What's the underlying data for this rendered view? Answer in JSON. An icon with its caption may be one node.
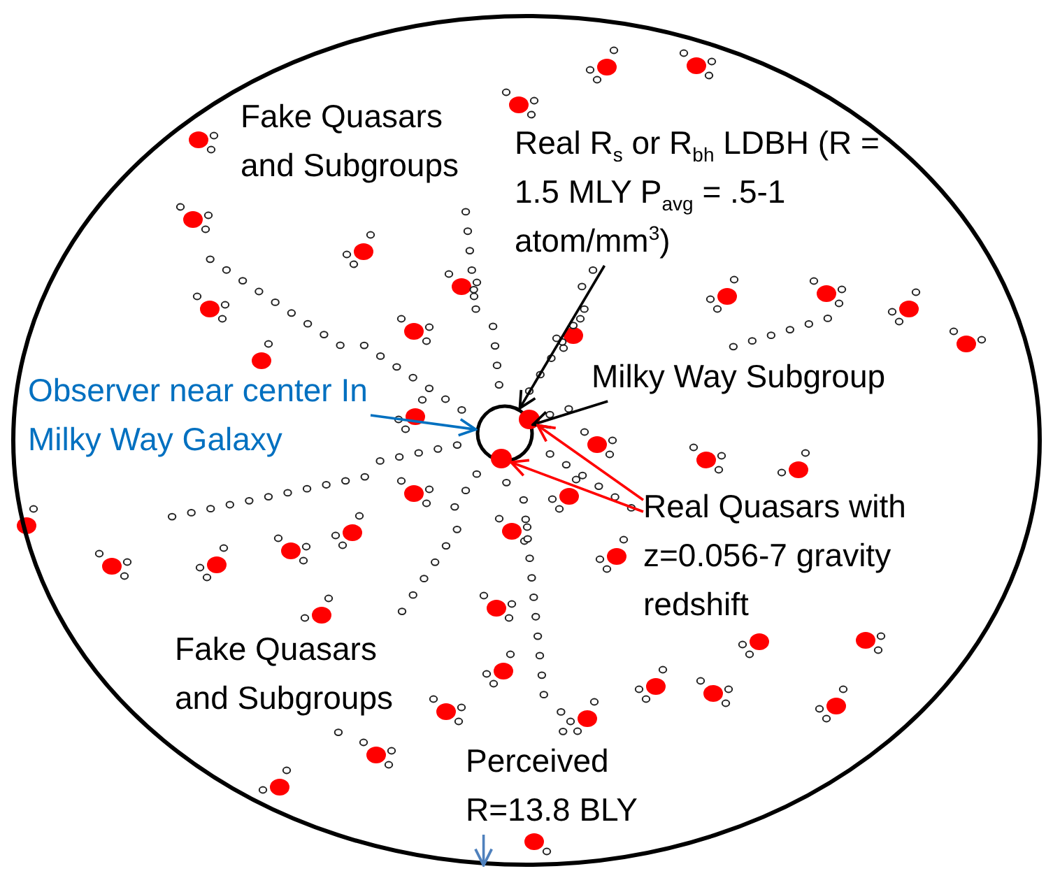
{
  "diagram": {
    "nodes": [
      {
        "text": [],
        "shape": "ellipse"
      },
      {
        "text": [],
        "shape": "circle",
        "in": 0
      },
      {
        "text": [
          "Real R$_{s}$ or R$_{bh}$ LDBH (R = 1.5 MLY P$_{avg}$ = .5-1 atom/mm$^{3}$)"
        ],
        "in": 0
      },
      {
        "text": [
          "Milky Way Subgroup"
        ],
        "in": 0
      },
      {
        "text": [
          "Observer near center In Milky Way Galaxy"
        ],
        "in": 0
      },
      {
        "text": [
          "Real Quasars with z=0.056-7 gravity redshift"
        ],
        "in": 0
      },
      {
        "text": [],
        "shape": "circle",
        "in": 0
      },
      {
        "text": [],
        "shape": "circle",
        "in": 0
      },
      {
        "text": [
          "Perceived R=13.8 BLY"
        ],
        "in": 0
      }
    ],
    "edges": [
      {
        "from": 2,
        "to": 1,
        "arrow": "to"
      },
      {
        "from": 3,
        "to": 1,
        "arrow": "to"
      },
      {
        "from": 4,
        "to": 1,
        "arrow": "to",
        "color": "#0070c0"
      },
      {
        "from": 5,
        "to": 6,
        "arrow": "to",
        "color": "#ff0000"
      },
      {
        "from": 5,
        "to": 7,
        "arrow": "to",
        "color": "#ff0000"
      },
      {
        "from": 8,
        "to": 0,
        "arrow": "to",
        "color": "#4f81bd"
      }
    ],
    "labels": [
      "Fake Quasars and Subgroups",
      "Fake Quasars and Subgroups"
    ]
  }
}
